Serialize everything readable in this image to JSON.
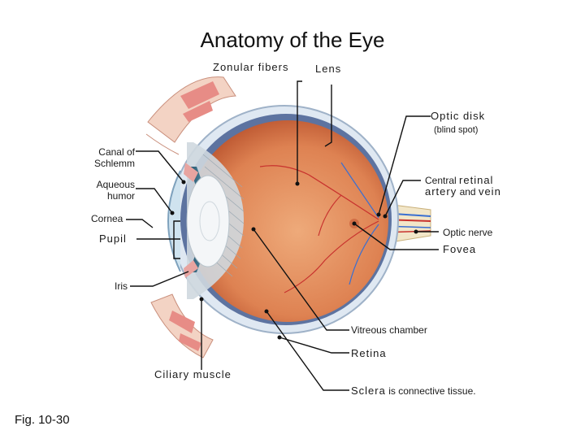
{
  "title": "Anatomy of the Eye",
  "figure_label": "Fig. 10-30",
  "labels": {
    "zonular_fibers": "Zonular fibers",
    "lens": "Lens",
    "optic_disk": "Optic disk",
    "blind_spot": "(blind spot)",
    "canal_line1": "Canal of",
    "canal_line2": "Schlemm",
    "aqueous_line1": "Aqueous",
    "aqueous_line2": "humor",
    "central_prefix": "Central",
    "retinal": "retinal",
    "artery": "artery",
    "and": "and",
    "vein": "vein",
    "cornea": "Cornea",
    "optic_nerve": "Optic nerve",
    "pupil": "Pupil",
    "fovea": "Fovea",
    "iris": "Iris",
    "vitreous_chamber": "Vitreous chamber",
    "retina": "Retina",
    "ciliary_muscle": "Ciliary muscle",
    "sclera": "Sclera",
    "sclera_note": "is connective tissue."
  },
  "colors": {
    "sclera": "#dfe8f2",
    "choroid": "#6b7fa8",
    "retina_orange": "#d9774a",
    "vitreous": "#e49a6a",
    "iris": "#2f6b86",
    "zonular": "#cfd8df",
    "lens": "#f2f4f6",
    "muscle": "#e8a4a0",
    "leader": "#111111"
  }
}
